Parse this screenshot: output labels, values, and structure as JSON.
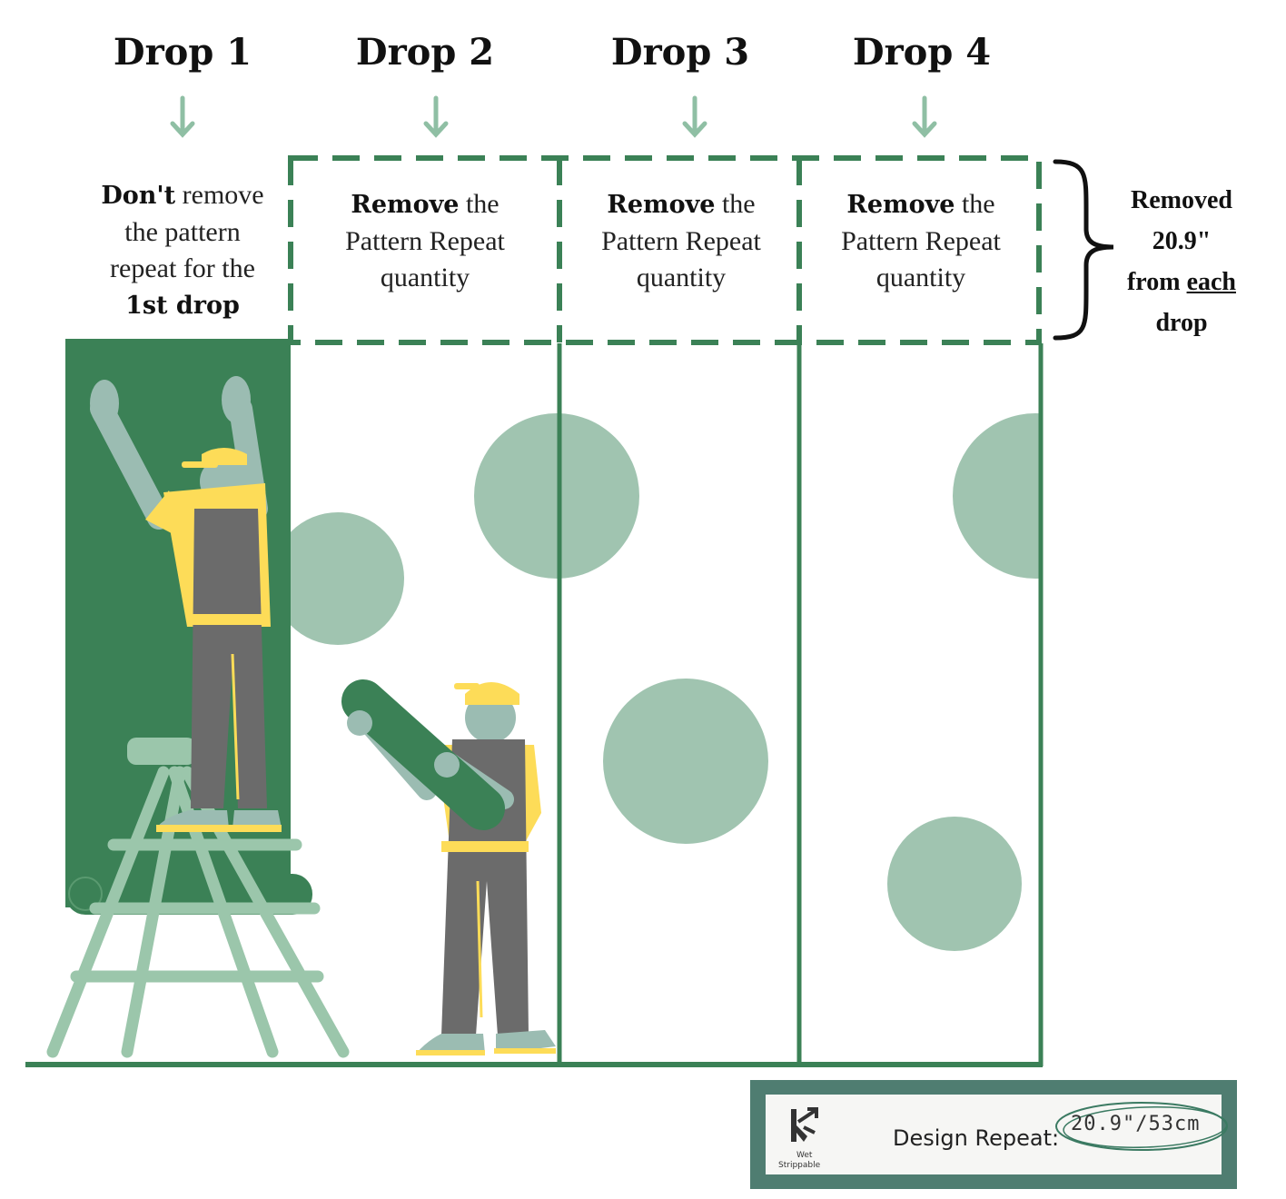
{
  "drops": [
    {
      "title": "Drop 1"
    },
    {
      "title": "Drop 2"
    },
    {
      "title": "Drop 3"
    },
    {
      "title": "Drop 4"
    }
  ],
  "instructions": {
    "first": {
      "bold1": "Don't",
      "text1": " remove",
      "line2": "the pattern",
      "line3": "repeat for the",
      "bold2": "1st drop"
    },
    "others": {
      "bold": "Remove",
      "text1": " the",
      "line2": "Pattern Repeat",
      "line3": "quantity"
    }
  },
  "side_note": {
    "line1": "Removed",
    "line2": "20.9\"",
    "line3_pre": "from ",
    "line3_underlined": "each",
    "line4": "drop"
  },
  "label": {
    "brand_line1": "Wet",
    "brand_line2": "Strippable",
    "design_repeat_label": "Design Repeat:",
    "design_repeat_value": "20.9\"/53cm"
  },
  "colors": {
    "dark_green": "#3b8156",
    "light_green": "#a0c4b0",
    "yellow": "#fddc58",
    "gray": "#6b6b6b",
    "skin": "#9bbcb2"
  }
}
